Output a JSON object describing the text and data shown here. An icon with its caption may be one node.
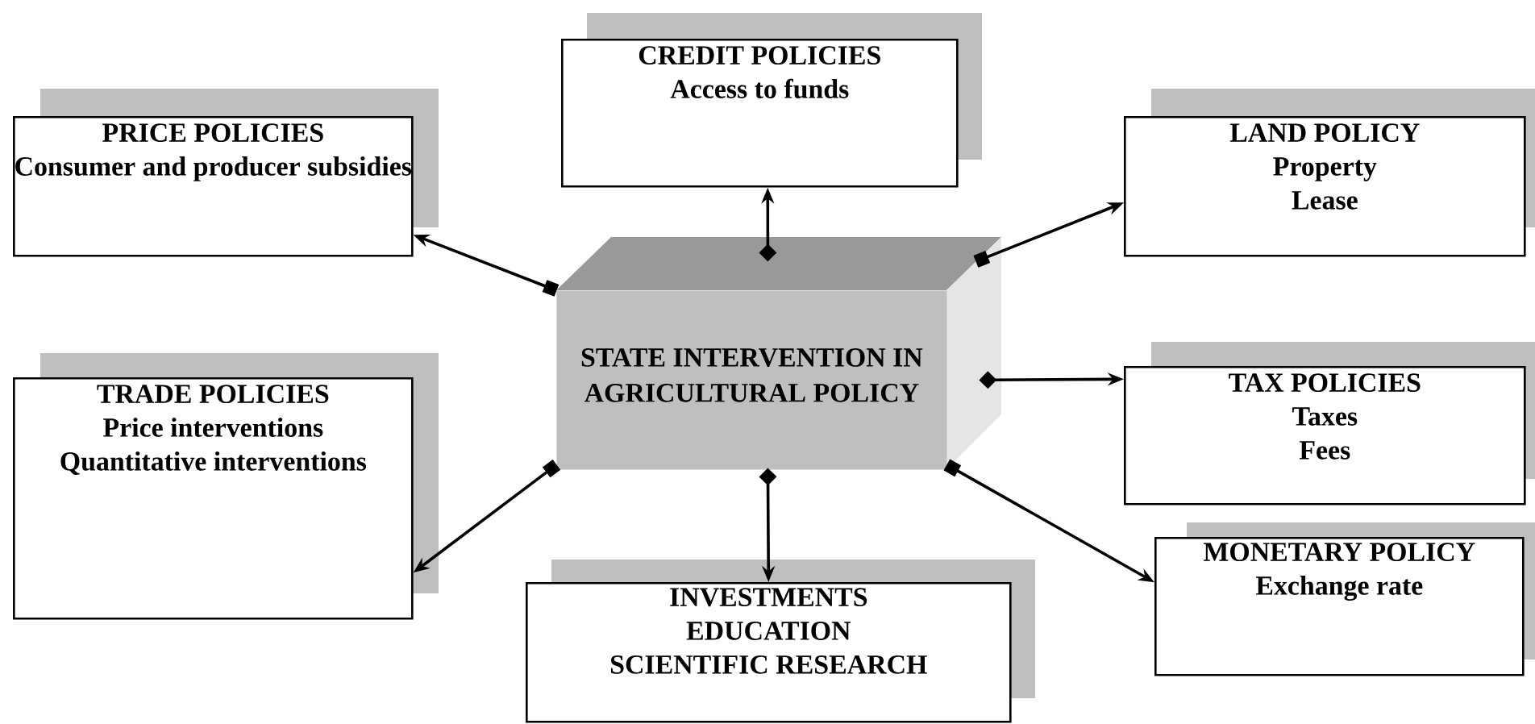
{
  "diagram": {
    "nodes": [
      {
        "text": [
          "CREDIT POLICIES",
          "Access to funds"
        ]
      },
      {
        "text": [
          "PRICE POLICIES",
          "Consumer and producer subsidies"
        ]
      },
      {
        "text": [
          "LAND POLICY",
          "Property",
          "Lease"
        ]
      },
      {
        "text": [
          "STATE INTERVENTION IN AGRICULTURAL POLICY"
        ]
      },
      {
        "text": [
          "TRADE POLICIES",
          "Price interventions",
          "Quantitative interventions"
        ]
      },
      {
        "text": [
          "TAX POLICIES",
          "Taxes",
          "Fees"
        ]
      },
      {
        "text": [
          "INVESTMENTS",
          "EDUCATION",
          "SCIENTIFIC RESEARCH"
        ]
      },
      {
        "text": [
          "MONETARY POLICY",
          "Exchange rate"
        ]
      }
    ],
    "edges": [
      {
        "from": 3,
        "to": 0,
        "arrow": "to"
      },
      {
        "from": 3,
        "to": 1,
        "arrow": "to"
      },
      {
        "from": 3,
        "to": 2,
        "arrow": "to"
      },
      {
        "from": 3,
        "to": 5,
        "arrow": "to"
      },
      {
        "from": 3,
        "to": 7,
        "arrow": "to"
      },
      {
        "from": 3,
        "to": 4,
        "arrow": "to"
      },
      {
        "from": 3,
        "to": 6,
        "arrow": "to"
      }
    ]
  }
}
